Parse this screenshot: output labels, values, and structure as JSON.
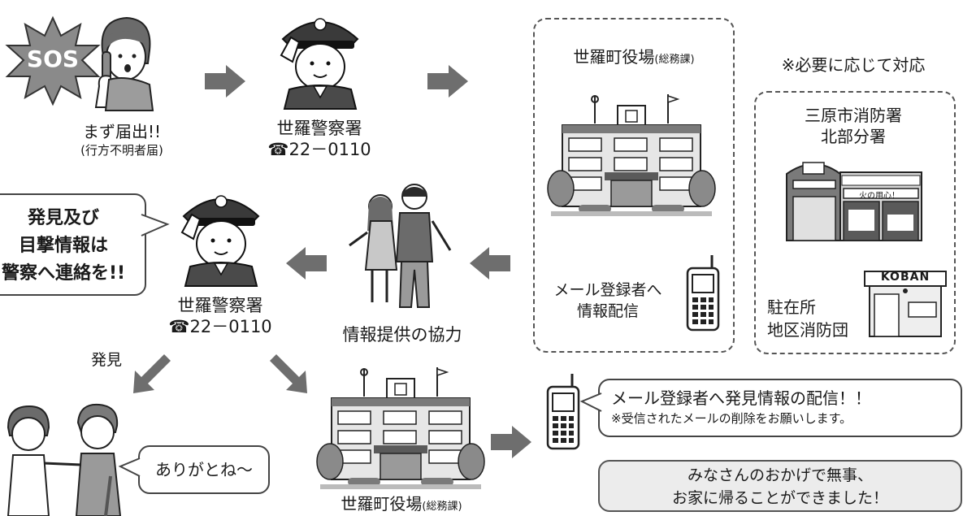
{
  "report": {
    "sos": "SOS",
    "first_step": "まず届出!!",
    "first_step_sub": "(行方不明者届)"
  },
  "police_top": {
    "name": "世羅警察署",
    "phone_icon": "☎",
    "phone": "22－0110"
  },
  "town_hall_top": {
    "name": "世羅町役場",
    "dept": "(総務課)",
    "mail_line1": "メール登録者へ",
    "mail_line2": "情報配信"
  },
  "as_needed": "※必要に応じて対応",
  "fire_station": {
    "line1": "三原市消防署",
    "line2": "北部分署",
    "sign": "火の用心！"
  },
  "koban": {
    "sign": "KOBAN",
    "line1": "駐在所",
    "line2": "地区消防団"
  },
  "call_bubble": {
    "line1": "発見及び",
    "line2": "目撃情報は",
    "line3": "警察へ連絡を!!"
  },
  "police_mid": {
    "name": "世羅警察署",
    "phone_icon": "☎",
    "phone": "22－0110"
  },
  "cooperation": "情報提供の協力",
  "found_label": "発見",
  "thanks_bubble": "ありがとね～",
  "town_hall_bottom": {
    "name": "世羅町役場",
    "dept": "(総務課)"
  },
  "found_mail": {
    "line1": "メール登録者へ発見情報の配信！！",
    "line2": "※受信されたメールの削除をお願いします。"
  },
  "safe_return": {
    "line1": "みなさんのおかげで無事、",
    "line2": "お家に帰ることができました！"
  },
  "colors": {
    "arrow": "#6e6e6e",
    "burst": "#8a8a8a",
    "gray_box": "#ececec",
    "line": "#444444"
  }
}
